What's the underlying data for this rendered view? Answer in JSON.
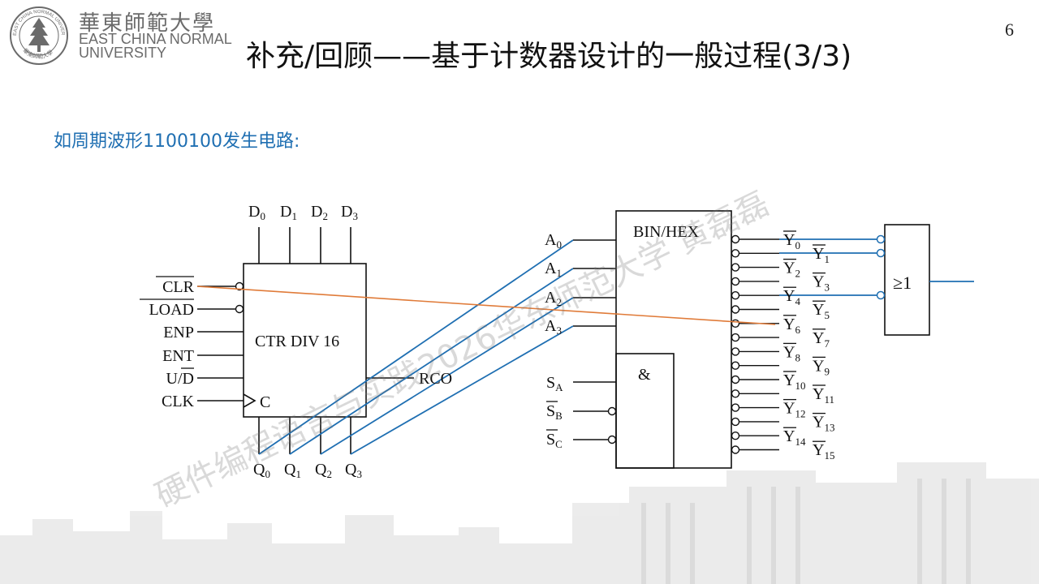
{
  "header": {
    "logo_cn": "華東師範大學",
    "logo_en_line1": "EAST CHINA NORMAL",
    "logo_en_line2": "UNIVERSITY",
    "seal_text_top": "EAST CHINA NORMAL UNIVERSITY",
    "seal_text_bottom": "華東師範大學",
    "page_number": "6",
    "title": "补充/回顾——基于计数器设计的一般过程(3/3)"
  },
  "subtitle": "如周期波形1100100发生电路:",
  "watermark": "硬件编程语言与实践2026华东师范大学 黄磊磊",
  "colors": {
    "blue_wire": "#1f6fb2",
    "orange_wire": "#e07b39",
    "subtitle": "#1f6fb2",
    "black": "#111111"
  },
  "counter": {
    "name": "CTR DIV 16",
    "inputs_top": [
      {
        "main": "D",
        "sub": "0"
      },
      {
        "main": "D",
        "sub": "1"
      },
      {
        "main": "D",
        "sub": "2"
      },
      {
        "main": "D",
        "sub": "3"
      }
    ],
    "inputs_left": [
      {
        "label": "CLR",
        "overbar": true,
        "bubble": true
      },
      {
        "label": "LOAD",
        "overbar": true,
        "bubble": true
      },
      {
        "label": "ENP",
        "overbar": false,
        "bubble": false
      },
      {
        "label": "ENT",
        "overbar": false,
        "bubble": false
      },
      {
        "label_prefix": "U/",
        "label_bar": "D",
        "bubble": false
      },
      {
        "label": "CLK",
        "overbar": false,
        "bubble": false
      }
    ],
    "clock_label": "C",
    "rco": "RCO",
    "outputs_bottom": [
      {
        "main": "Q",
        "sub": "0"
      },
      {
        "main": "Q",
        "sub": "1"
      },
      {
        "main": "Q",
        "sub": "2"
      },
      {
        "main": "Q",
        "sub": "3"
      }
    ]
  },
  "decoder": {
    "name": "BIN/HEX",
    "inputs": [
      {
        "main": "A",
        "sub": "0"
      },
      {
        "main": "A",
        "sub": "1"
      },
      {
        "main": "A",
        "sub": "2"
      },
      {
        "main": "A",
        "sub": "3"
      }
    ],
    "enable_block": "&",
    "enables": [
      {
        "main": "S",
        "sub": "A",
        "overbar": false
      },
      {
        "main": "S",
        "sub": "B",
        "overbar": true
      },
      {
        "main": "S",
        "sub": "C",
        "overbar": true
      }
    ],
    "outputs_left": [
      {
        "main": "Y",
        "sub": "0"
      },
      {
        "main": "Y",
        "sub": "2"
      },
      {
        "main": "Y",
        "sub": "4"
      },
      {
        "main": "Y",
        "sub": "6"
      },
      {
        "main": "Y",
        "sub": "8"
      },
      {
        "main": "Y",
        "sub": "10"
      },
      {
        "main": "Y",
        "sub": "12"
      },
      {
        "main": "Y",
        "sub": "14"
      }
    ],
    "outputs_right": [
      {
        "main": "Y",
        "sub": "1"
      },
      {
        "main": "Y",
        "sub": "3"
      },
      {
        "main": "Y",
        "sub": "5"
      },
      {
        "main": "Y",
        "sub": "7"
      },
      {
        "main": "Y",
        "sub": "9"
      },
      {
        "main": "Y",
        "sub": "11"
      },
      {
        "main": "Y",
        "sub": "13"
      },
      {
        "main": "Y",
        "sub": "15"
      }
    ]
  },
  "or_gate": {
    "label": "≥1"
  }
}
